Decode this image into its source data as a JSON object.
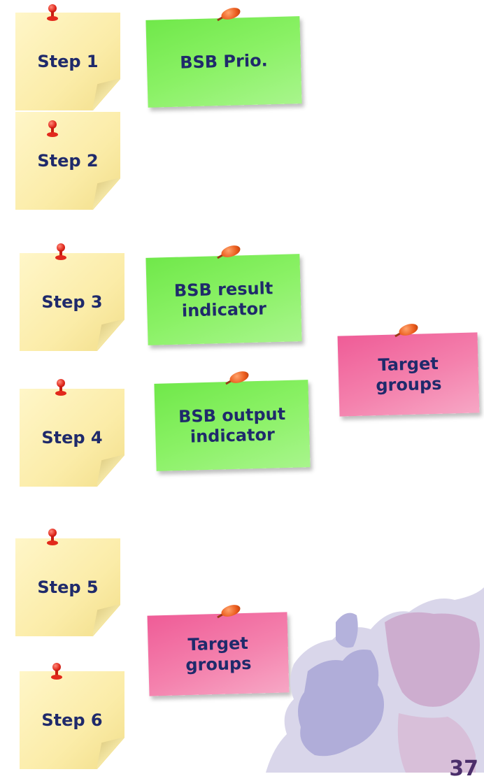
{
  "steps": [
    {
      "label": "Step 1"
    },
    {
      "label": "Step 2"
    },
    {
      "label": "Step 3"
    },
    {
      "label": "Step 4"
    },
    {
      "label": "Step 5"
    },
    {
      "label": "Step 6"
    }
  ],
  "notes": {
    "bsb_prio": "BSB Prio.",
    "bsb_result_indicator": "BSB result\nindicator",
    "bsb_output_indicator": "BSB output\nindicator",
    "target_groups_top": "Target\ngroups",
    "target_groups_bottom": "Target\ngroups"
  },
  "page_number": "37",
  "colors": {
    "step_note": "#fbeca8",
    "green_note": "#8af165",
    "pink_note": "#f481ad",
    "text": "#1f2a6b"
  }
}
